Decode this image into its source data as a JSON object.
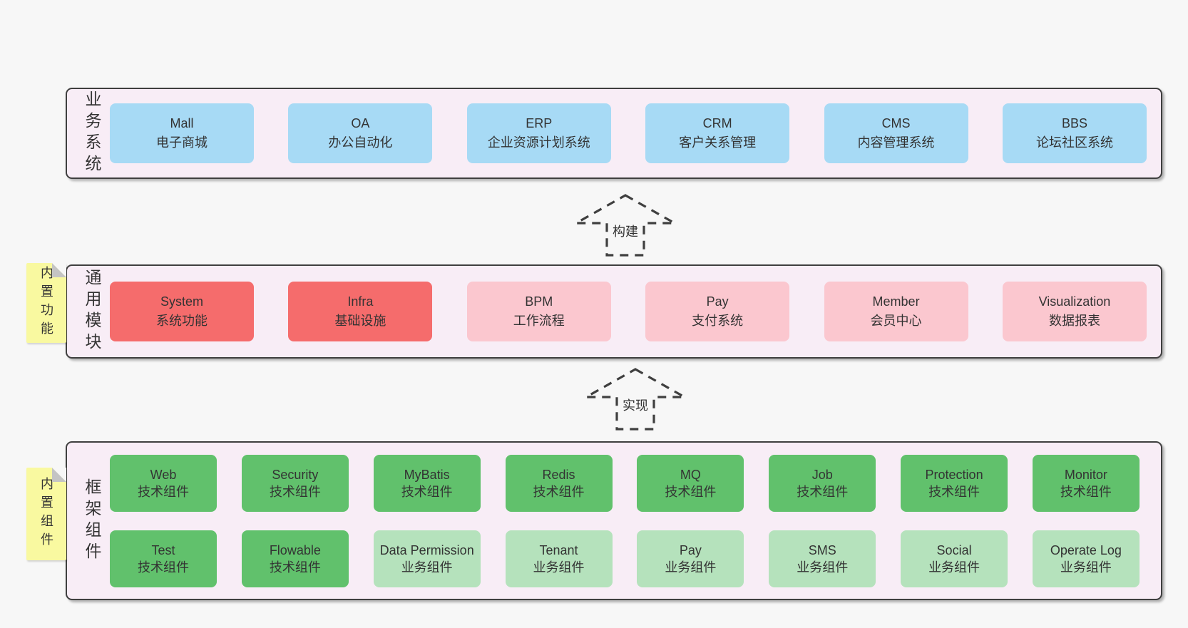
{
  "colors": {
    "page-bg": "#f7f7f7",
    "band-bg": "#f8edf6",
    "line": "#3f3f3f",
    "blue": "#a7daf5",
    "red": "#f56c6c",
    "pink": "#fbc7cf",
    "green": "#61c16c",
    "green-light": "#b5e2bc",
    "yellow": "#f9f9a0",
    "fold": "#c4c4c4"
  },
  "arrows": [
    {
      "label": "构建"
    },
    {
      "label": "实现"
    }
  ],
  "bands": [
    {
      "label": "业务系统",
      "boxes": [
        {
          "title": "Mall",
          "subtitle": "电子商城",
          "variant": "blue"
        },
        {
          "title": "OA",
          "subtitle": "办公自动化",
          "variant": "blue"
        },
        {
          "title": "ERP",
          "subtitle": "企业资源计划系统",
          "variant": "blue"
        },
        {
          "title": "CRM",
          "subtitle": "客户关系管理",
          "variant": "blue"
        },
        {
          "title": "CMS",
          "subtitle": "内容管理系统",
          "variant": "blue"
        },
        {
          "title": "BBS",
          "subtitle": "论坛社区系统",
          "variant": "blue"
        }
      ]
    },
    {
      "label": "通用模块",
      "note": "内置功能",
      "boxes": [
        {
          "title": "System",
          "subtitle": "系统功能",
          "variant": "red"
        },
        {
          "title": "Infra",
          "subtitle": "基础设施",
          "variant": "red"
        },
        {
          "title": "BPM",
          "subtitle": "工作流程",
          "variant": "pink"
        },
        {
          "title": "Pay",
          "subtitle": "支付系统",
          "variant": "pink"
        },
        {
          "title": "Member",
          "subtitle": "会员中心",
          "variant": "pink"
        },
        {
          "title": "Visualization",
          "subtitle": "数据报表",
          "variant": "pink"
        }
      ]
    },
    {
      "label": "框架组件",
      "note": "内置组件",
      "rows": [
        [
          {
            "title": "Web",
            "subtitle": "技术组件",
            "variant": "green"
          },
          {
            "title": "Security",
            "subtitle": "技术组件",
            "variant": "green"
          },
          {
            "title": "MyBatis",
            "subtitle": "技术组件",
            "variant": "green"
          },
          {
            "title": "Redis",
            "subtitle": "技术组件",
            "variant": "green"
          },
          {
            "title": "MQ",
            "subtitle": "技术组件",
            "variant": "green"
          },
          {
            "title": "Job",
            "subtitle": "技术组件",
            "variant": "green"
          },
          {
            "title": "Protection",
            "subtitle": "技术组件",
            "variant": "green"
          },
          {
            "title": "Monitor",
            "subtitle": "技术组件",
            "variant": "green"
          }
        ],
        [
          {
            "title": "Test",
            "subtitle": "技术组件",
            "variant": "green"
          },
          {
            "title": "Flowable",
            "subtitle": "技术组件",
            "variant": "green"
          },
          {
            "title": "Data Permission",
            "subtitle": "业务组件",
            "variant": "green-light"
          },
          {
            "title": "Tenant",
            "subtitle": "业务组件",
            "variant": "green-light"
          },
          {
            "title": "Pay",
            "subtitle": "业务组件",
            "variant": "green-light"
          },
          {
            "title": "SMS",
            "subtitle": "业务组件",
            "variant": "green-light"
          },
          {
            "title": "Social",
            "subtitle": "业务组件",
            "variant": "green-light"
          },
          {
            "title": "Operate Log",
            "subtitle": "业务组件",
            "variant": "green-light"
          }
        ]
      ]
    }
  ]
}
